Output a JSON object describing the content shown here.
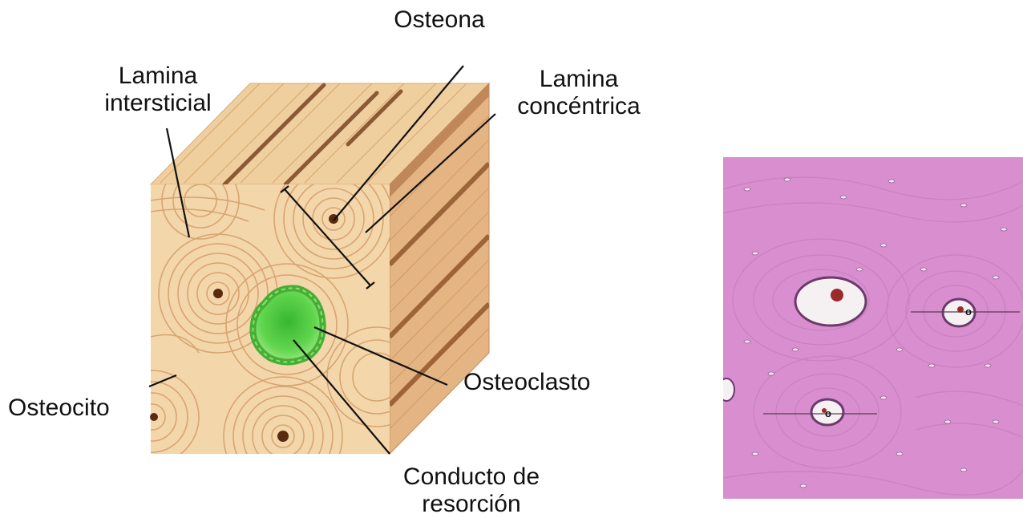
{
  "labels": {
    "osteona": "Osteona",
    "lamina_intersticial_1": "Lamina",
    "lamina_intersticial_2": "intersticial",
    "lamina_concentrica_1": "Lamina",
    "lamina_concentrica_2": "concéntrica",
    "osteoclasto": "Osteoclasto",
    "osteocito": "Osteocito",
    "conducto_1": "Conducto de",
    "conducto_2": "resorción"
  },
  "micrograph": {
    "osteon_marker": "o"
  },
  "colors": {
    "bone_light": "#f2d2a2",
    "bone_mid": "#e6b986",
    "bone_dark": "#c98f5c",
    "resorption_green": "#49c23a",
    "tissue_pink": "#d98fcf"
  }
}
